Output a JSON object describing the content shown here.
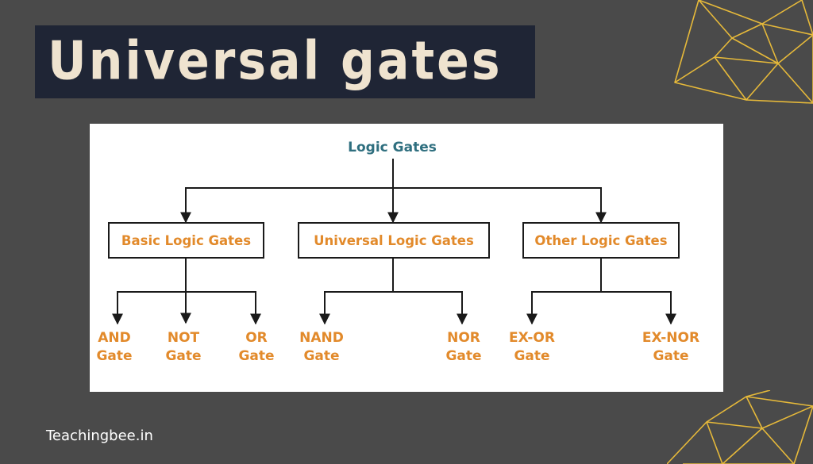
{
  "title": "Universal gates",
  "diagram": {
    "root": "Logic Gates",
    "categories": [
      {
        "label": "Basic Logic Gates",
        "children": [
          [
            "AND",
            "Gate"
          ],
          [
            "NOT",
            "Gate"
          ],
          [
            "OR",
            "Gate"
          ]
        ]
      },
      {
        "label": "Universal Logic Gates",
        "children": [
          [
            "NAND",
            "Gate"
          ],
          [
            "NOR",
            "Gate"
          ]
        ]
      },
      {
        "label": "Other Logic Gates",
        "children": [
          [
            "EX-OR",
            "Gate"
          ],
          [
            "EX-NOR",
            "Gate"
          ]
        ]
      }
    ]
  },
  "footer": {
    "site": "Teachingbee.in"
  },
  "colors": {
    "background": "#4a4a4a",
    "title_box": "#1f2535",
    "title_text": "#efe3cf",
    "root_text": "#2f6f7f",
    "node_text": "#e28a2b",
    "decoration": "#e6b93a"
  }
}
